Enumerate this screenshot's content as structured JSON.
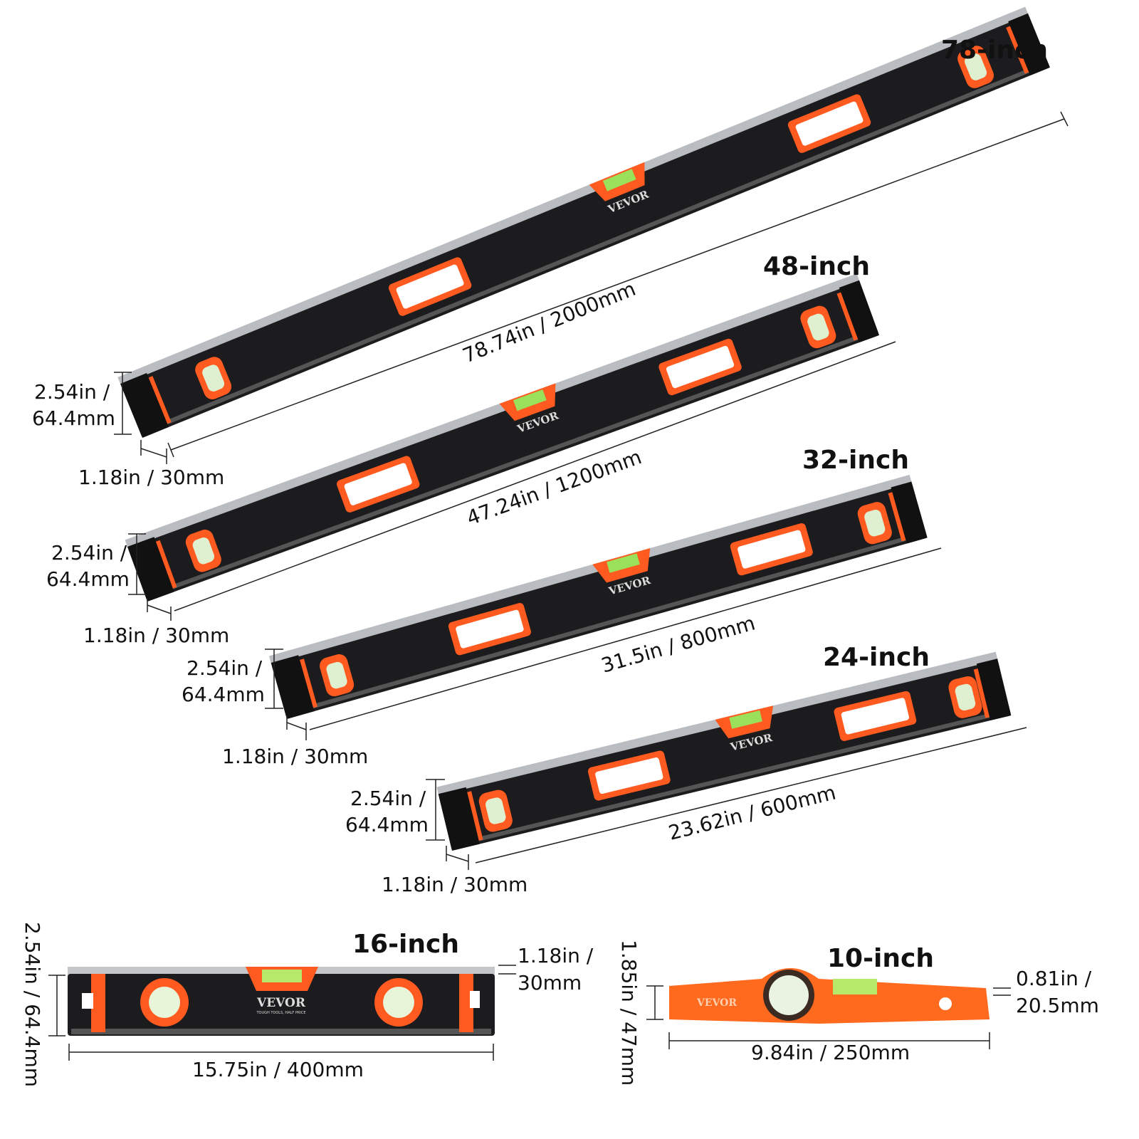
{
  "brand": "VEVOR",
  "tagline": "TOUGH TOOLS, HALF PRICE",
  "colors": {
    "body": "#1c1c1e",
    "accent": "#ff5a1f",
    "top_face": "#b9bcc0",
    "vial": "#9be05a"
  },
  "levels": [
    {
      "title": "78-inch",
      "length": "78.74in / 2000mm",
      "height_a": "2.54in /",
      "height_b": "64.4mm",
      "width": "1.18in / 30mm"
    },
    {
      "title": "48-inch",
      "length": "47.24in / 1200mm",
      "height_a": "2.54in /",
      "height_b": "64.4mm",
      "width": "1.18in / 30mm"
    },
    {
      "title": "32-inch",
      "length": "31.5in / 800mm",
      "height_a": "2.54in /",
      "height_b": "64.4mm",
      "width": "1.18in / 30mm"
    },
    {
      "title": "24-inch",
      "length": "23.62in / 600mm",
      "height_a": "2.54in /",
      "height_b": "64.4mm",
      "width": "1.18in / 30mm"
    },
    {
      "title": "16-inch",
      "length": "15.75in / 400mm",
      "height": "2.54in / 64.4mm",
      "width_a": "1.18in /",
      "width_b": "30mm"
    },
    {
      "title": "10-inch",
      "length": "9.84in / 250mm",
      "height": "1.85in / 47mm",
      "width_a": "0.81in /",
      "width_b": "20.5mm"
    }
  ]
}
